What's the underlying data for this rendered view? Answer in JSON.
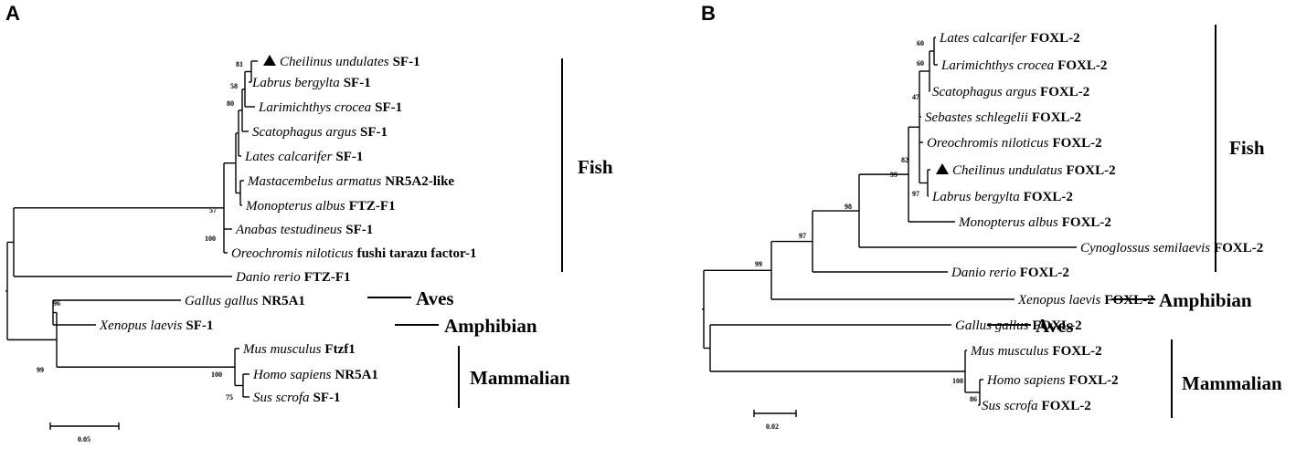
{
  "panels": [
    {
      "letter": "A",
      "taxa": [
        {
          "species": "Cheilinus undulates",
          "gene": "SF-1",
          "marked": true
        },
        {
          "species": "Labrus bergylta",
          "gene": "SF-1"
        },
        {
          "species": "Larimichthys crocea",
          "gene": "SF-1"
        },
        {
          "species": "Scatophagus argus",
          "gene": "SF-1"
        },
        {
          "species": "Lates calcarifer",
          "gene": "SF-1"
        },
        {
          "species": "Mastacembelus armatus",
          "gene": "NR5A2-like"
        },
        {
          "species": "Monopterus albus",
          "gene": "FTZ-F1"
        },
        {
          "species": "Anabas testudineus",
          "gene": "SF-1"
        },
        {
          "species": "Oreochromis niloticus",
          "gene": "fushi tarazu factor-1"
        },
        {
          "species": "Danio rerio",
          "gene": "FTZ-F1"
        },
        {
          "species": "Gallus gallus",
          "gene": "NR5A1"
        },
        {
          "species": "Xenopus laevis",
          "gene": "SF-1"
        },
        {
          "species": "Mus musculus",
          "gene": "Ftzf1"
        },
        {
          "species": "Homo sapiens",
          "gene": "NR5A1"
        },
        {
          "species": "Sus scrofa",
          "gene": "SF-1"
        }
      ],
      "bootstrap": [
        "81",
        "58",
        "80",
        "57",
        "100",
        "96",
        "99",
        "100",
        "75"
      ],
      "groups": [
        {
          "label": "Fish"
        },
        {
          "label": "Aves"
        },
        {
          "label": "Amphibian"
        },
        {
          "label": "Mammalian"
        }
      ],
      "scale_label": "0.05"
    },
    {
      "letter": "B",
      "taxa": [
        {
          "species": "Lates calcarifer",
          "gene": "FOXL-2"
        },
        {
          "species": "Larimichthys crocea",
          "gene": "FOXL-2"
        },
        {
          "species": "Scatophagus argus",
          "gene": "FOXL-2"
        },
        {
          "species": "Sebastes schlegelii",
          "gene": "FOXL-2"
        },
        {
          "species": "Oreochromis niloticus",
          "gene": "FOXL-2"
        },
        {
          "species": "Cheilinus undulatus",
          "gene": "FOXL-2",
          "marked": true
        },
        {
          "species": "Labrus bergylta",
          "gene": "FOXL-2"
        },
        {
          "species": "Monopterus albus",
          "gene": "FOXL-2"
        },
        {
          "species": "Cynoglossus semilaevis",
          "gene": "FOXL-2"
        },
        {
          "species": "Danio rerio",
          "gene": "FOXL-2"
        },
        {
          "species": "Xenopus laevis",
          "gene": "FOXL-2"
        },
        {
          "species": "Gallus gallus",
          "gene": "FOXL-2"
        },
        {
          "species": "Mus musculus",
          "gene": "FOXL-2"
        },
        {
          "species": "Homo sapiens",
          "gene": "FOXL-2"
        },
        {
          "species": "Sus scrofa",
          "gene": "FOXL-2"
        }
      ],
      "bootstrap": [
        "60",
        "60",
        "47",
        "82",
        "99",
        "97",
        "98",
        "97",
        "99",
        "100",
        "86"
      ],
      "groups": [
        {
          "label": "Fish"
        },
        {
          "label": "Amphibian"
        },
        {
          "label": "Aves"
        },
        {
          "label": "Mammalian"
        }
      ],
      "scale_label": "0.02"
    }
  ]
}
